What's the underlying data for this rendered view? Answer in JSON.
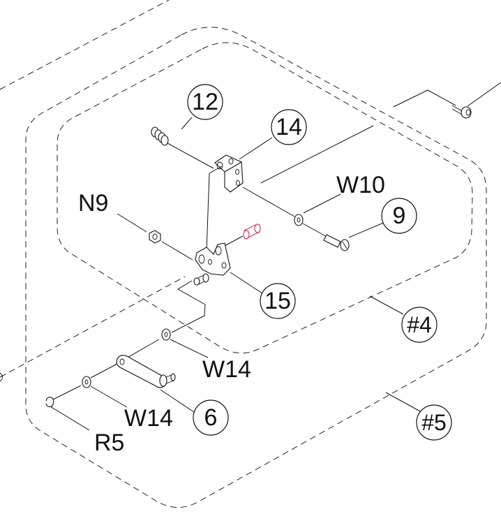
{
  "callouts": {
    "part_12": "12",
    "part_14": "14",
    "part_W10": "W10",
    "part_9": "9",
    "part_N9": "N9",
    "part_15": "15",
    "assembly_4": "#4",
    "part_W14_upper": "W14",
    "part_W14_lower": "W14",
    "part_6": "6",
    "part_R5": "R5",
    "assembly_5": "#5"
  },
  "colors": {
    "line": "#111111",
    "background": "#ffffff",
    "accent_part": "#d04060"
  }
}
